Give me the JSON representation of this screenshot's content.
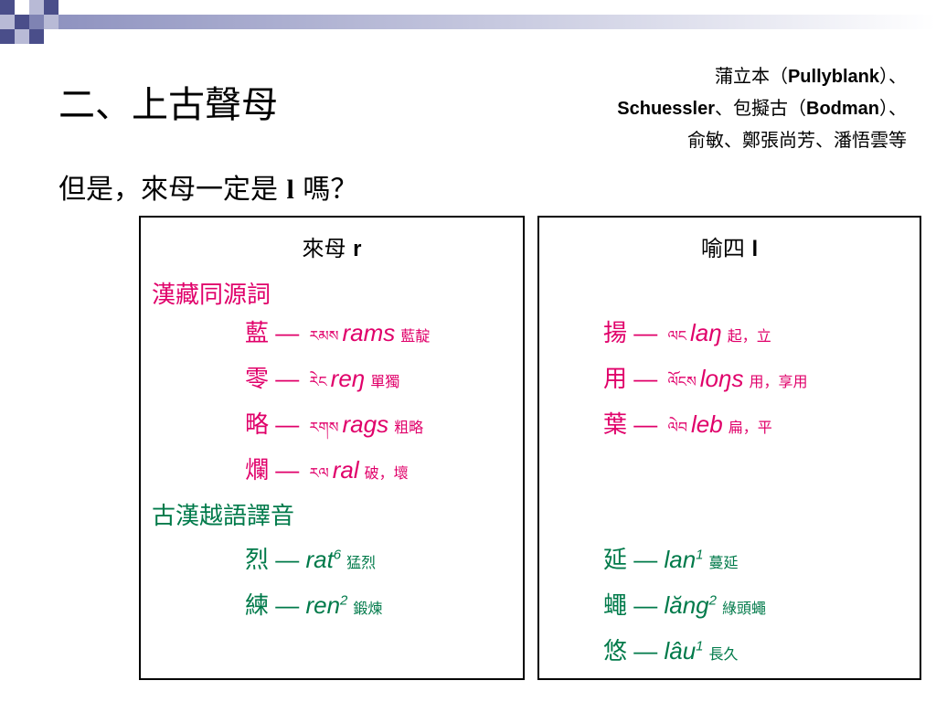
{
  "title": "二、上古聲母",
  "authors": {
    "line1_cjk1": "蒲立本（",
    "line1_latin": "Pullyblank",
    "line1_cjk2": "）、",
    "line2_latin1": "Schuessler",
    "line2_cjk1": "、包擬古（",
    "line2_latin2": "Bodman",
    "line2_cjk2": "）、",
    "line3": "俞敏、鄭張尚芳、潘悟雲等"
  },
  "question": {
    "before": "但是，來母一定是 ",
    "letter": "l",
    "after": " 嗎？"
  },
  "left_box": {
    "header_cjk": "來母 ",
    "header_latin": "r",
    "section1_title": "漢藏同源詞",
    "section1_items": [
      {
        "char": "藍 — ",
        "tib": "རམས",
        "rom": "rams",
        "gloss": "藍靛"
      },
      {
        "char": "零 — ",
        "tib": "རེང",
        "rom": "reŋ",
        "gloss": "單獨"
      },
      {
        "char": "略 — ",
        "tib": "རགས",
        "rom": "rags",
        "gloss": "粗略"
      },
      {
        "char": "爛 — ",
        "tib": "རལ",
        "rom": "ral",
        "gloss": "破，壞"
      }
    ],
    "section2_title": "古漢越語譯音",
    "section2_items": [
      {
        "char": "烈 — ",
        "rom": "rat",
        "sup": "6",
        "gloss": "猛烈"
      },
      {
        "char": "練 — ",
        "rom": "ren",
        "sup": "2",
        "gloss": "鍛煉"
      }
    ]
  },
  "right_box": {
    "header_cjk": "喻四 ",
    "header_latin": "l",
    "section1_items": [
      {
        "char": "揚 — ",
        "tib": "ལང",
        "rom": "laŋ",
        "gloss": "起，立"
      },
      {
        "char": "用 — ",
        "tib": "ལོངས",
        "rom": "loŋs",
        "gloss": "用，享用"
      },
      {
        "char": "葉 — ",
        "tib": "ལེབ",
        "rom": "leb",
        "gloss": "扁，平"
      }
    ],
    "section2_items": [
      {
        "char": "延 — ",
        "rom": "lan",
        "sup": "1",
        "gloss": "蔓延"
      },
      {
        "char": "蠅 — ",
        "rom": "lăng",
        "sup": "2",
        "gloss": "綠頭蠅"
      },
      {
        "char": "悠 — ",
        "rom": "lâu",
        "sup": "1",
        "gloss": "長久"
      }
    ]
  },
  "colors": {
    "red": "#e0006a",
    "green": "#007a4a",
    "deco_dark": "#4a4e8a",
    "deco_light": "#b8bad6",
    "deco_mid": "#7f83b3"
  }
}
